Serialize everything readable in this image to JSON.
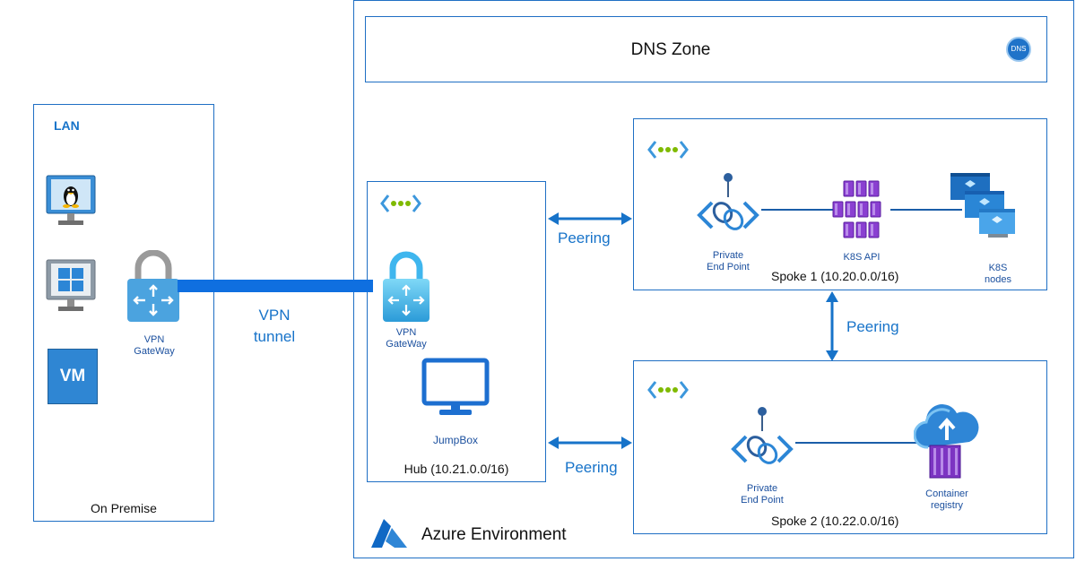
{
  "on_premise": {
    "lan_label": "LAN",
    "title": "On Premise",
    "vm_label": "VM",
    "vpn_gateway_label_1": "VPN",
    "vpn_gateway_label_2": "GateWay"
  },
  "vpn_tunnel": {
    "label_1": "VPN",
    "label_2": "tunnel"
  },
  "azure": {
    "title": "Azure Environment",
    "dns_zone": {
      "title": "DNS Zone",
      "badge": "DNS"
    },
    "hub": {
      "title": "Hub (10.21.0.0/16)",
      "vpn_gateway_label_1": "VPN",
      "vpn_gateway_label_2": "GateWay",
      "jumpbox_label": "JumpBox"
    },
    "spoke1": {
      "title": "Spoke 1 (10.20.0.0/16)",
      "pep_label_1": "Private",
      "pep_label_2": "End Point",
      "k8s_api_label": "K8S API",
      "k8s_nodes_label_1": "K8S",
      "k8s_nodes_label_2": "nodes"
    },
    "spoke2": {
      "title": "Spoke 2 (10.22.0.0/16)",
      "pep_label_1": "Private",
      "pep_label_2": "End Point",
      "registry_label_1": "Container",
      "registry_label_2": "registry"
    },
    "peering_labels": [
      "Peering",
      "Peering",
      "Peering"
    ]
  },
  "colors": {
    "border": "#1f6fc4",
    "arrow": "#1773c9",
    "tunnel": "#0f6fe0",
    "vnet_dots": "#7fba00",
    "k8s_purple": "#8a3fd1"
  }
}
